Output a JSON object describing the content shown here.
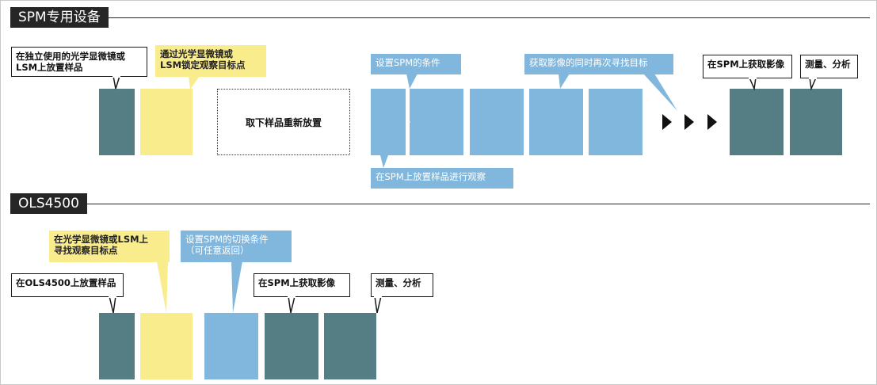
{
  "sections": {
    "spm": {
      "title": "SPM专用设备"
    },
    "ols": {
      "title": "OLS4500"
    }
  },
  "spm_flow": {
    "callout_place": "在独立使用的光学显微镜或\nLSM上放置样品",
    "callout_locate": "通过光学显微镜或\nLSM锁定观察目标点",
    "dashed_step": "取下样品重新放置",
    "callout_conditions": "设置SPM的条件",
    "callout_search": "获取影像的同时再次寻找目标",
    "callout_observe": "在SPM上放置样品进行观察",
    "callout_acquire": "在SPM上获取影像",
    "callout_measure": "测量、分析"
  },
  "ols_flow": {
    "callout_place": "在OLS4500上放置样品",
    "callout_locate": "在光学显微镜或LSM上\n寻找观察目标点",
    "callout_switch": "设置SPM的切换条件\n（可任意返回）",
    "callout_acquire": "在SPM上获取影像",
    "callout_measure": "测量、分析"
  },
  "colors": {
    "dark_block": "#557e84",
    "yellow_block": "#f8ec8c",
    "blue_block": "#82b7dd",
    "title_bar": "#262626"
  }
}
